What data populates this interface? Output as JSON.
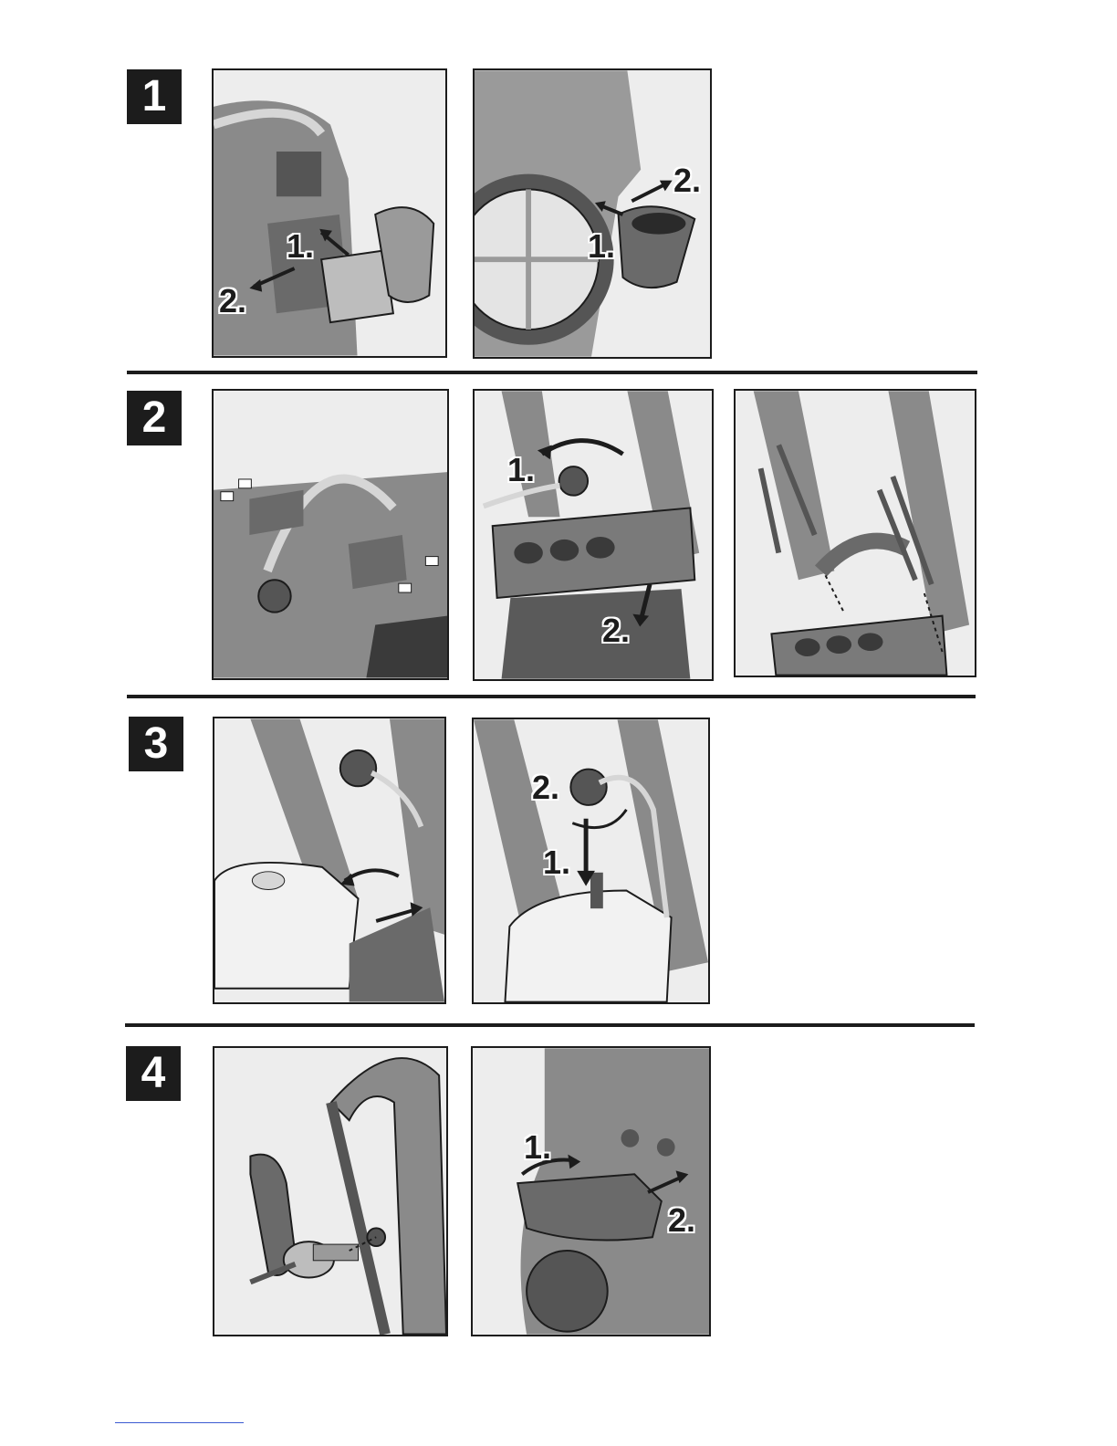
{
  "steps": [
    {
      "number": "1",
      "callouts": {
        "p1a_1": "1.",
        "p1a_2": "2.",
        "p1b_1": "1.",
        "p1b_2": "2."
      }
    },
    {
      "number": "2",
      "callouts": {
        "p2b_1": "1.",
        "p2b_2": "2."
      }
    },
    {
      "number": "3",
      "callouts": {
        "p3b_1": "1.",
        "p3b_2": "2."
      }
    },
    {
      "number": "4",
      "callouts": {
        "p4b_1": "1.",
        "p4b_2": "2."
      }
    }
  ],
  "colors": {
    "ink": "#1c1c1c",
    "panel_bg": "#ededed",
    "part_mid": "#8a8a8a",
    "part_dark": "#555555",
    "part_light": "#d6d6d6",
    "link_underline": "#3b5bd1"
  }
}
